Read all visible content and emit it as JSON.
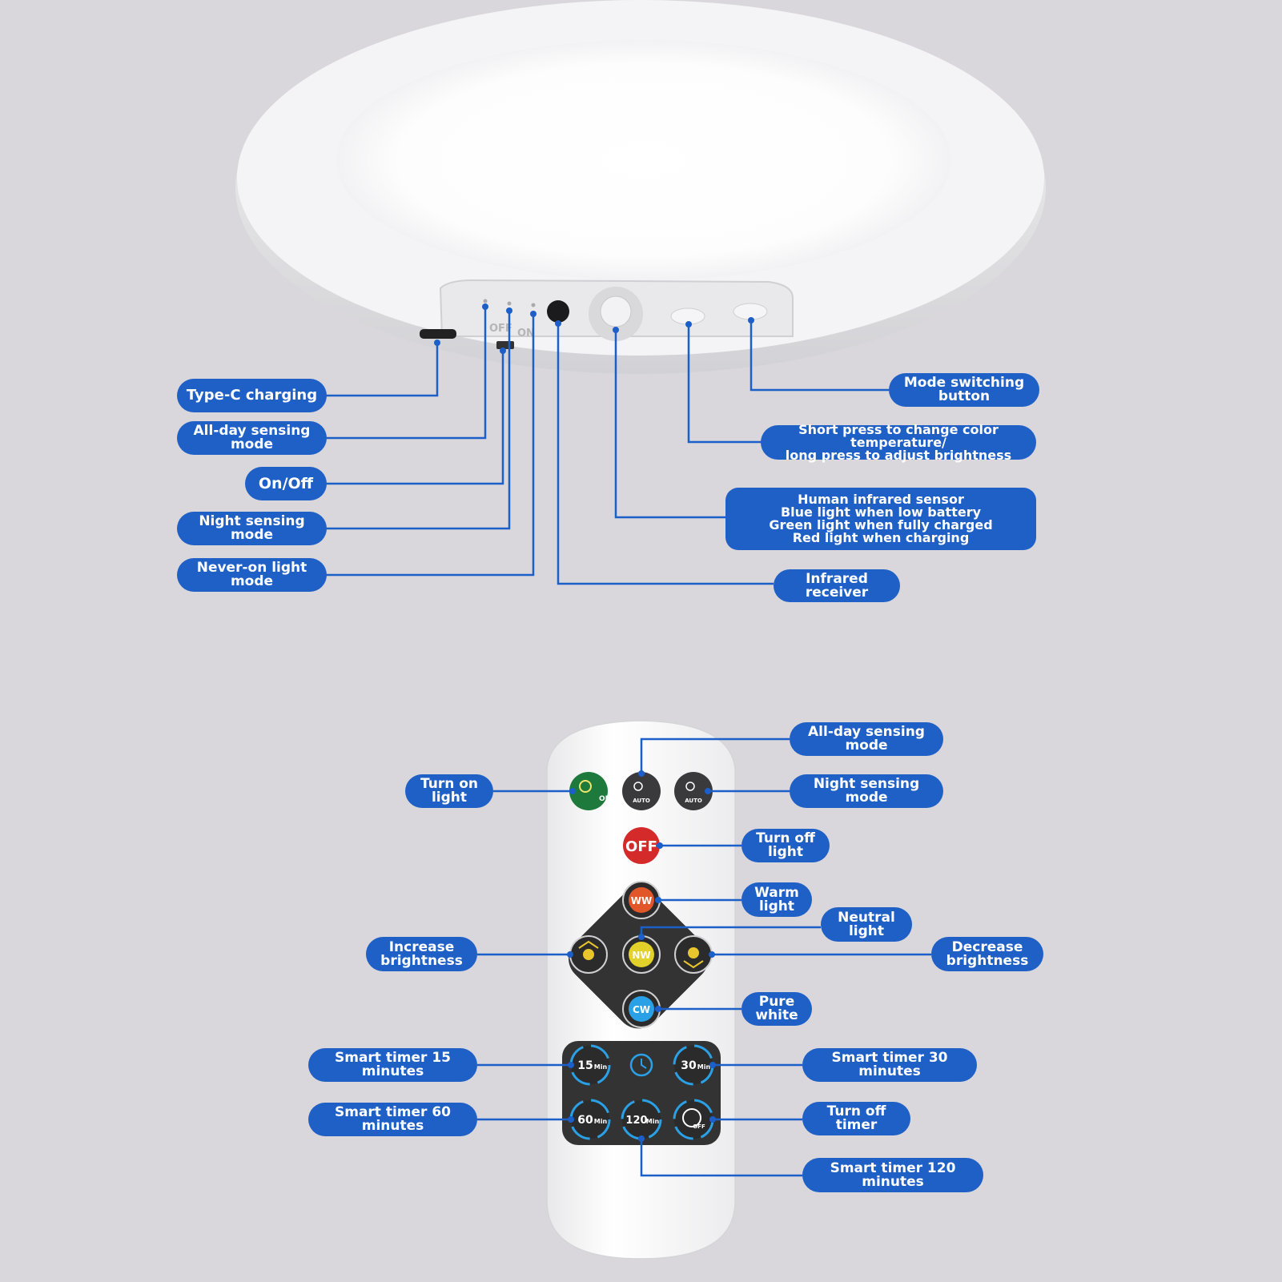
{
  "lamp": {
    "panel_labels": {
      "off": "OFF",
      "on": "ON"
    },
    "callouts": {
      "type_c_charging": "Type-C charging",
      "all_day_sensing_mode": "All-day sensing\nmode",
      "on_off": "On/Off",
      "night_sensing_mode": "Night sensing mode",
      "never_on_light_mode": "Never-on light mode",
      "mode_switching_button": "Mode switching\nbutton",
      "short_press": "Short press to change color temperature/\nlong press to adjust brightness",
      "human_infrared_sensor": "Human infrared sensor\nBlue light when low battery\nGreen light when fully charged\nRed light when charging",
      "infrared_receiver": "Infrared receiver"
    }
  },
  "remote": {
    "buttons": {
      "on": "ON",
      "auto_day": "AUTO",
      "auto_night": "AUTO",
      "off": "OFF",
      "ww": "WW",
      "nw": "NW",
      "cw": "CW",
      "t15": "15",
      "t30": "30",
      "t60": "60",
      "t120": "120",
      "min": "Min",
      "timer_off": "OFF"
    },
    "callouts": {
      "all_day_sensing_mode": "All-day sensing mode",
      "turn_on_light": "Turn on light",
      "night_sensing_mode": "Night sensing mode",
      "turn_off_light": "Turn off light",
      "warm_light": "Warm\nlight",
      "neutral_light": "Neutral light",
      "increase_brightness": "Increase\nbrightness",
      "decrease_brightness": "Decrease\nbrightness",
      "pure_white": "Pure white",
      "smart_timer_15": "Smart timer 15 minutes",
      "smart_timer_30": "Smart timer 30 minutes",
      "smart_timer_60": "Smart timer 60 minutes",
      "turn_off_timer": "Turn off timer",
      "smart_timer_120": "Smart timer 120 minutes"
    }
  },
  "colors": {
    "label_blue": "#1f60c6",
    "line_blue": "#1c5fc8",
    "background": "#d9d7dc",
    "on_green": "#1e7a3c",
    "off_red": "#d42a2a",
    "ww_orange": "#e2572a",
    "nw_yellow": "#e2d12b",
    "cw_blue": "#2aa0e6",
    "remote_dark": "#333333"
  }
}
